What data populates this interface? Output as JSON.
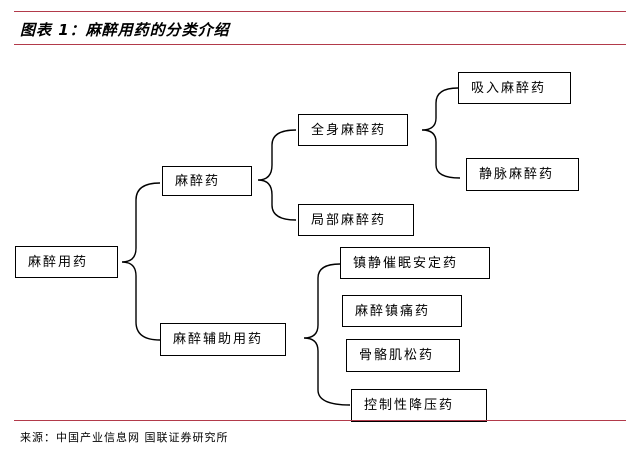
{
  "title": "图表 1：麻醉用药的分类介绍",
  "nodes": {
    "root": "麻醉用药",
    "anesthetic": "麻醉药",
    "general": "全身麻醉药",
    "inhaled": "吸入麻醉药",
    "intravenous": "静脉麻醉药",
    "local": "局部麻醉药",
    "adjunct": "麻醉辅助用药",
    "sedative": "镇静催眠安定药",
    "analgesic": "麻醉镇痛药",
    "relaxant": "骨骼肌松药",
    "hypotensive": "控制性降压药"
  },
  "source": "来源：中国产业信息网  国联证券研究所"
}
